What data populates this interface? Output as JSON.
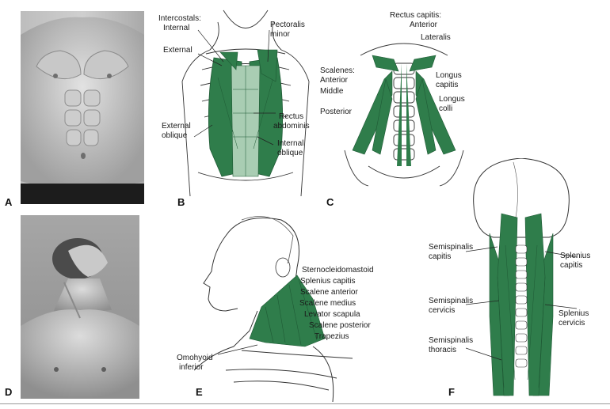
{
  "colors": {
    "muscle": "#2f7d4b",
    "muscle_dark": "#1f5a35",
    "outline": "#333333",
    "photo_bg": "#9a9a9a"
  },
  "panels": {
    "A": {
      "letter": "A"
    },
    "B": {
      "letter": "B",
      "labels": {
        "intercostals": "Intercostals:",
        "internal": "Internal",
        "external": "External",
        "pectoralis": "Pectoralis",
        "minor": "minor",
        "external_oblique_1": "External",
        "external_oblique_2": "oblique",
        "rectus": "Rectus",
        "abdominis": "abdominis",
        "internal_oblique_1": "Internal",
        "internal_oblique_2": "oblique"
      }
    },
    "C": {
      "letter": "C",
      "labels": {
        "rectus_capitis": "Rectus capitis:",
        "anterior": "Anterior",
        "lateralis": "Lateralis",
        "scalenes": "Scalenes:",
        "scal_anterior": "Anterior",
        "scal_middle": "Middle",
        "scal_posterior": "Posterior",
        "longus_capitis_1": "Longus",
        "longus_capitis_2": "capitis",
        "longus_colli_1": "Longus",
        "longus_colli_2": "colli"
      }
    },
    "D": {
      "letter": "D"
    },
    "E": {
      "letter": "E",
      "labels": {
        "scm": "Sternocleidomastoid",
        "splenius_capitis": "Splenius capitis",
        "scalene_anterior": "Scalene anterior",
        "scalene_medius": "Scalene medius",
        "levator_scapula": "Levator scapula",
        "scalene_posterior": "Scalene posterior",
        "trapezius": "Trapezius",
        "omohyoid_1": "Omohyoid",
        "omohyoid_2": "inferior"
      }
    },
    "F": {
      "letter": "F",
      "labels": {
        "semi_capitis_1": "Semispinalis",
        "semi_capitis_2": "capitis",
        "semi_cervicis_1": "Semispinalis",
        "semi_cervicis_2": "cervicis",
        "semi_thoracis_1": "Semispinalis",
        "semi_thoracis_2": "thoracis",
        "splen_capitis_1": "Splenius",
        "splen_capitis_2": "capitis",
        "splen_cervicis_1": "Splenius",
        "splen_cervicis_2": "cervicis"
      }
    }
  }
}
